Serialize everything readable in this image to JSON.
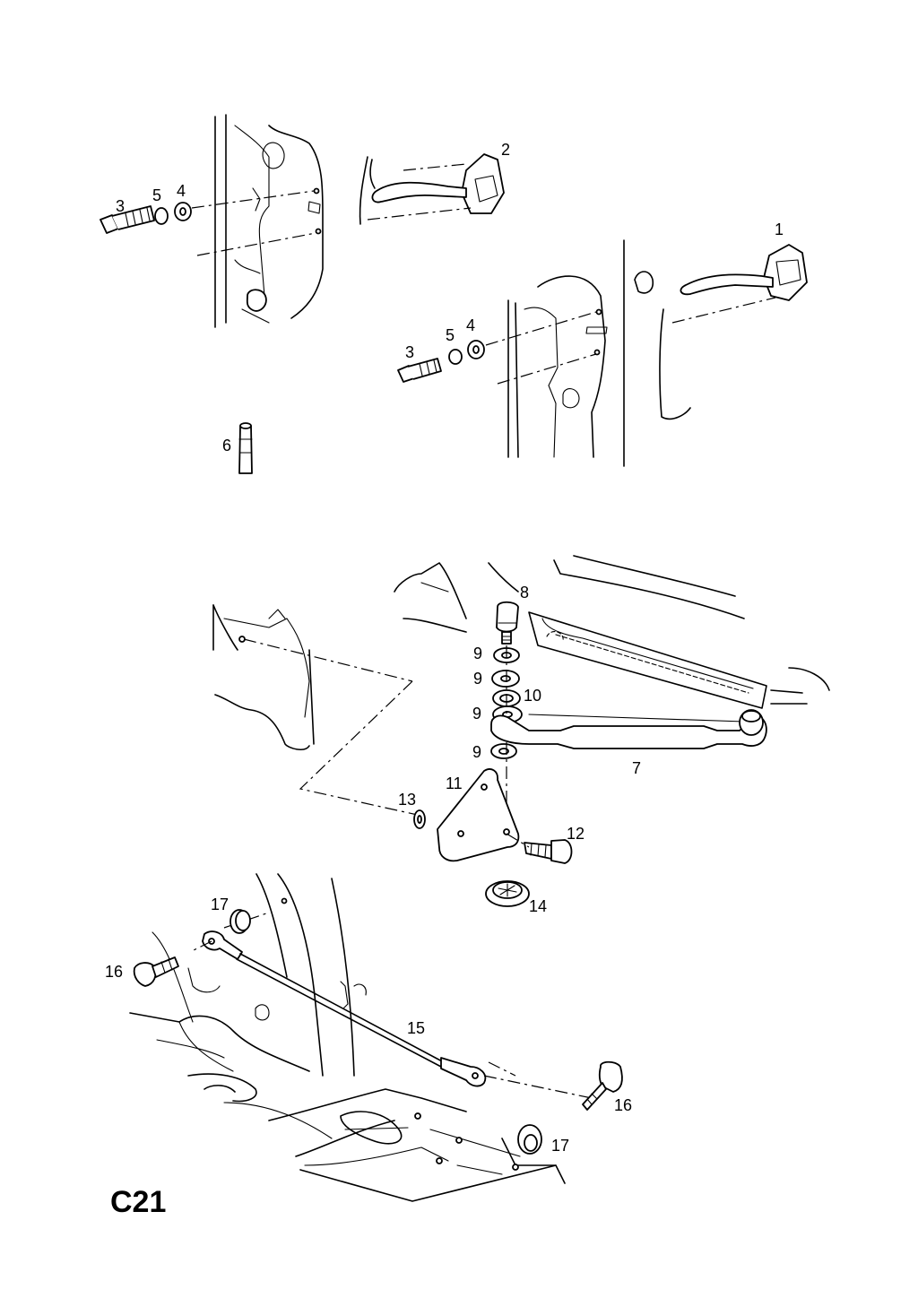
{
  "page_code": "C21",
  "labels": {
    "l1": "1",
    "l2": "2",
    "l3a": "3",
    "l5a": "5",
    "l4a": "4",
    "l3b": "3",
    "l5b": "5",
    "l4b": "4",
    "l6": "6",
    "l7": "7",
    "l8": "8",
    "l9a": "9",
    "l9b": "9",
    "l10": "10",
    "l9c": "9",
    "l9d": "9",
    "l11": "11",
    "l12": "12",
    "l13": "13",
    "l14": "14",
    "l15": "15",
    "l16a": "16",
    "l16b": "16",
    "l17a": "17",
    "l17b": "17"
  }
}
